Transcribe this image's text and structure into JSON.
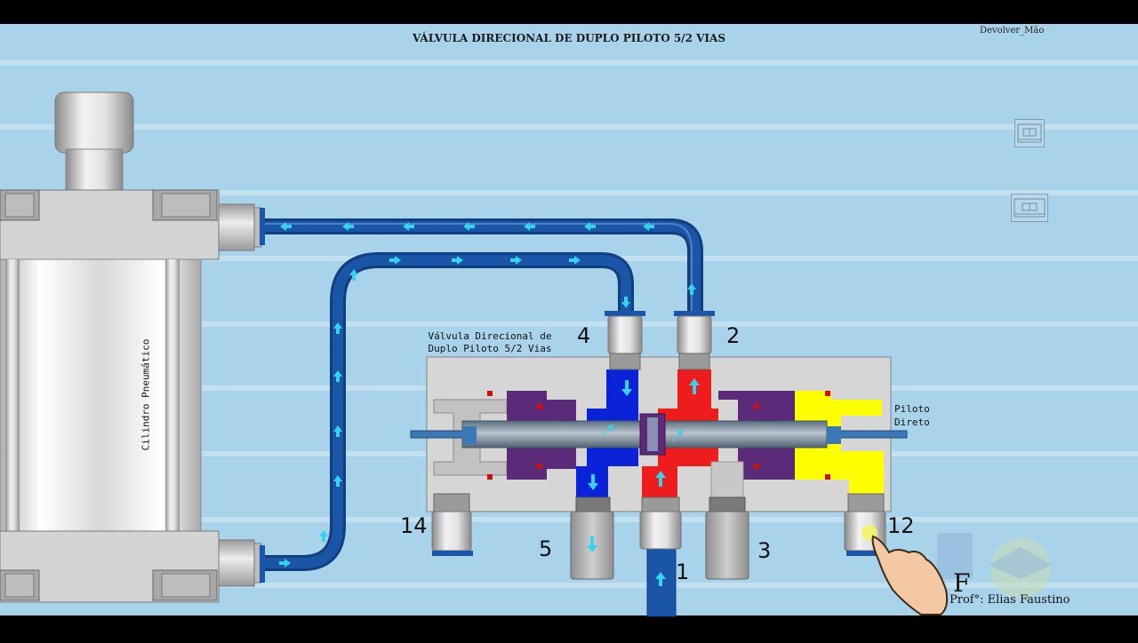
{
  "header": {
    "title": "VÁLVULA DIRECIONAL DE DUPLO PILOTO 5/2 VIAS",
    "return_label": "Devolver_Mão"
  },
  "valve": {
    "label_line1": "Válvula Direcional de",
    "label_line2": "Duplo Piloto 5/2 Vias"
  },
  "ports": {
    "p4": "4",
    "p2": "2",
    "p14": "14",
    "p5": "5",
    "p1": "1",
    "p3": "3",
    "p12": "12"
  },
  "cylinder": {
    "label": "Cilindro Pneumático"
  },
  "pilot": {
    "line1": "Piloto",
    "line2": "Direto"
  },
  "footer": {
    "logo_letter": "F",
    "author": "Prof°: Elias Faustino"
  },
  "colors": {
    "background": "#a9d3ea",
    "stripe": "#c3e0f0",
    "hose": "#1b55a8",
    "flow_arrow": "#37d3ee",
    "pressure": "#ee1c1c",
    "exhaust": "#0a22d8",
    "pilot_chamber": "#ffff00",
    "spool_seal": "#5b2a78",
    "valve_body": "#d4d4d4"
  }
}
